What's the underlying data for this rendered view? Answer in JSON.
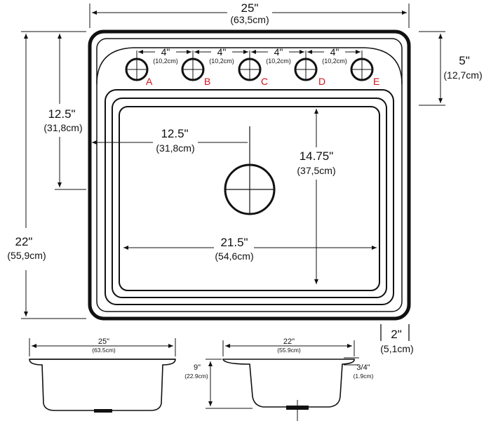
{
  "top_view": {
    "overall_width": {
      "in": "25\"",
      "cm": "(63,5cm)"
    },
    "overall_depth": {
      "in": "22\"",
      "cm": "(55,9cm)"
    },
    "deck_depth": {
      "in": "5\"",
      "cm": "(12,7cm)"
    },
    "drain_from_back": {
      "in": "12.5\"",
      "cm": "(31,8cm)"
    },
    "drain_from_side": {
      "in": "12.5\"",
      "cm": "(31,8cm)"
    },
    "bowl_front_to_back": {
      "in": "14.75\"",
      "cm": "(37,5cm)"
    },
    "bowl_width": {
      "in": "21.5\"",
      "cm": "(54,6cm)"
    },
    "bowl_depth": {
      "in": "2\"",
      "cm": "(5,1cm)"
    },
    "hole_spacing": [
      {
        "in": "4\"",
        "cm": "(10,2cm)"
      },
      {
        "in": "4\"",
        "cm": "(10,2cm)"
      },
      {
        "in": "4\"",
        "cm": "(10,2cm)"
      },
      {
        "in": "4\"",
        "cm": "(10,2cm)"
      }
    ],
    "holes": [
      "A",
      "B",
      "C",
      "D",
      "E"
    ]
  },
  "side_view_front": {
    "width": {
      "in": "25\"",
      "cm": "(63.5cm)"
    }
  },
  "side_view_profile": {
    "width": {
      "in": "22\"",
      "cm": "(55.9cm)"
    },
    "depth": {
      "in": "9\"",
      "cm": "(22.9cm)"
    },
    "rim": {
      "in": "3/4\"",
      "cm": "(1.9cm)"
    }
  },
  "colors": {
    "line": "#111111",
    "hole_letters": "#d0121b"
  }
}
